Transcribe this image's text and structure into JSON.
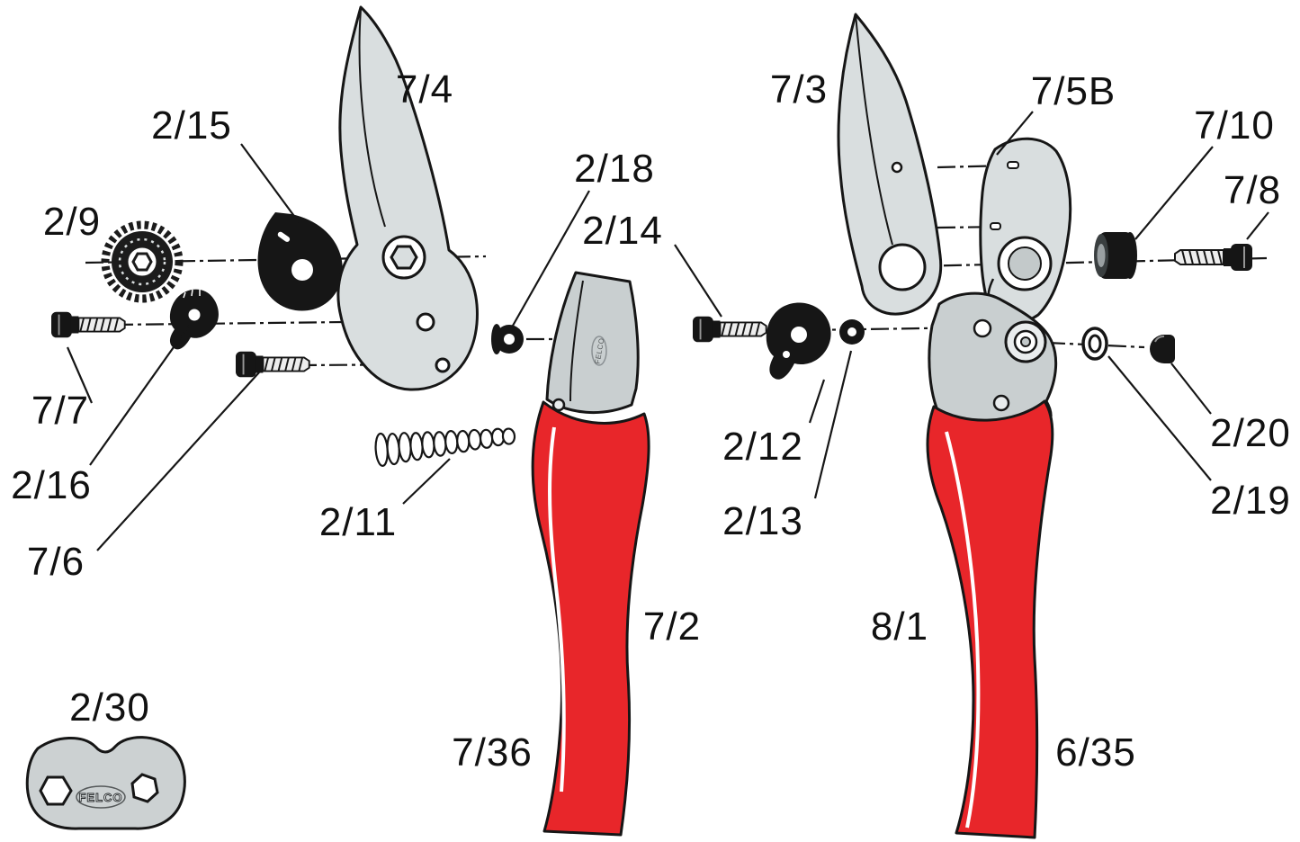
{
  "brand": "FELCO",
  "colors": {
    "handle_red": "#e8262a",
    "metal_gray": "#d9dedf",
    "dark_gray": "#c9cfd0",
    "outline_black": "#161616"
  },
  "labels": {
    "p2_15": "2/15",
    "p7_4": "7/4",
    "p2_9": "2/9",
    "p7_7": "7/7",
    "p2_16": "2/16",
    "p7_6": "7/6",
    "p2_11": "2/11",
    "p2_18": "2/18",
    "p2_14": "2/14",
    "p7_3": "7/3",
    "p7_5b": "7/5B",
    "p7_10": "7/10",
    "p7_8": "7/8",
    "p2_12": "2/12",
    "p2_13": "2/13",
    "p2_20": "2/20",
    "p2_19": "2/19",
    "p7_2": "7/2",
    "p8_1": "8/1",
    "p7_36": "7/36",
    "p6_35": "6/35",
    "p2_30": "2/30"
  }
}
